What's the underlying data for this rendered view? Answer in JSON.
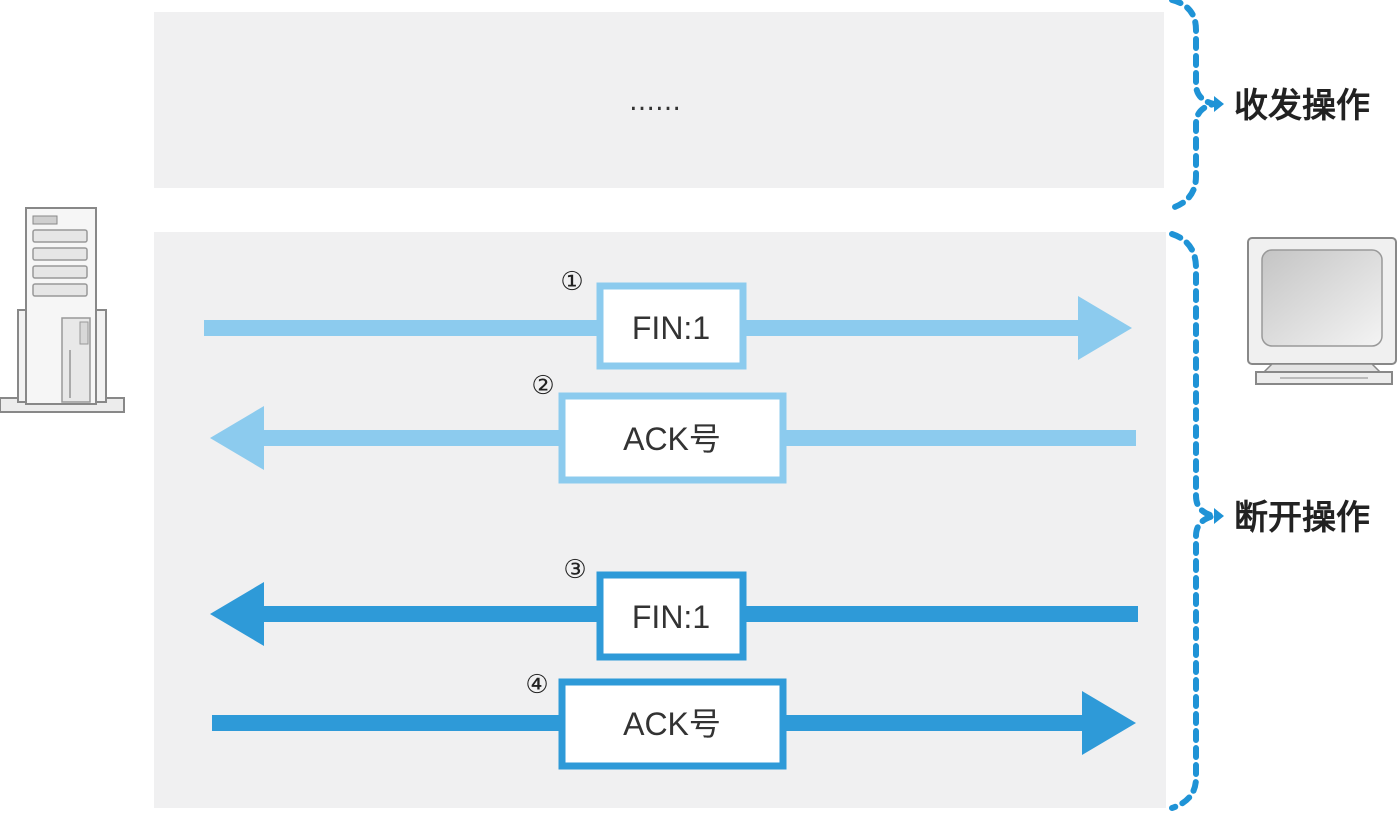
{
  "top_section": {
    "ellipsis": "……"
  },
  "brackets": [
    {
      "label": "收发操作"
    },
    {
      "label": "断开操作"
    }
  ],
  "colors": {
    "light_blue": "#8ccbee",
    "dark_blue": "#2e9ad8",
    "bracket": "#1f93d6",
    "panel": "#f0f0f1"
  },
  "devices": {
    "left": "server-icon",
    "right": "monitor-icon"
  },
  "messages": [
    {
      "step": "①",
      "label": "FIN:1",
      "direction": "right",
      "tone": "light"
    },
    {
      "step": "②",
      "label": "ACK号",
      "direction": "left",
      "tone": "light"
    },
    {
      "step": "③",
      "label": "FIN:1",
      "direction": "left",
      "tone": "dark"
    },
    {
      "step": "④",
      "label": "ACK号",
      "direction": "right",
      "tone": "dark"
    }
  ]
}
